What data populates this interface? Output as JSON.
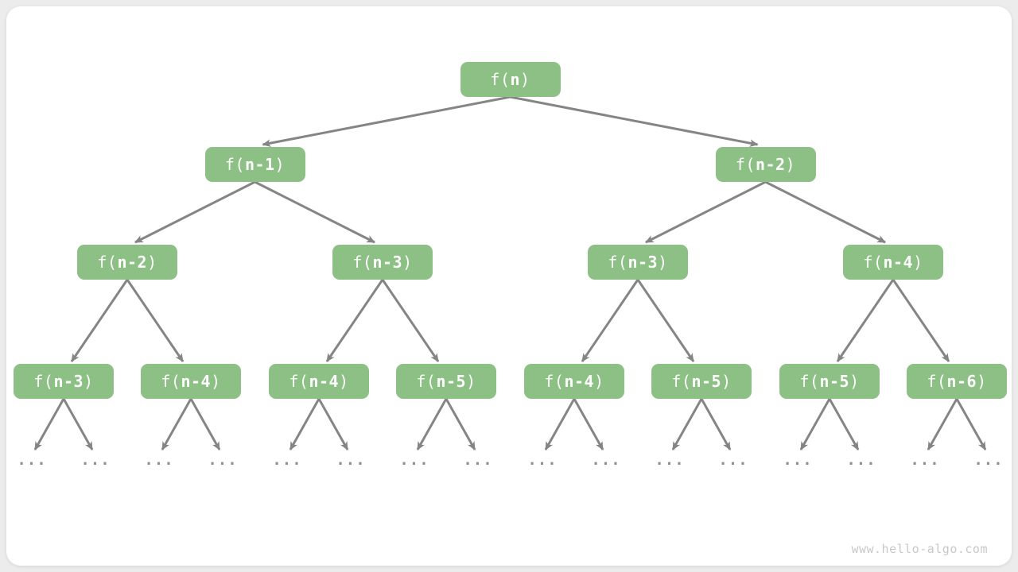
{
  "watermark": "www.hello-algo.com",
  "colors": {
    "page_background": "#ececec",
    "card_background": "#ffffff",
    "node_fill": "#8cc084",
    "node_text": "#ffffff",
    "arrow": "#858585",
    "ellipsis": "#8f8f8f",
    "watermark_text": "#c8c8c8"
  },
  "diagram": {
    "type": "recursion-tree",
    "description": "Recursion tree of f(n) = f(n-1) + f(n-2)",
    "label_prefix": "f(",
    "label_suffix": ")",
    "ellipsis_label": "...",
    "leaves_have_ellipsis_children": true,
    "nodes": [
      {
        "id": "n0",
        "label": "f(n)",
        "arg": "n",
        "parent": null
      },
      {
        "id": "n1",
        "label": "f(n-1)",
        "arg": "n-1",
        "parent": "n0"
      },
      {
        "id": "n2",
        "label": "f(n-2)",
        "arg": "n-2",
        "parent": "n0"
      },
      {
        "id": "n3",
        "label": "f(n-2)",
        "arg": "n-2",
        "parent": "n1"
      },
      {
        "id": "n4",
        "label": "f(n-3)",
        "arg": "n-3",
        "parent": "n1"
      },
      {
        "id": "n5",
        "label": "f(n-3)",
        "arg": "n-3",
        "parent": "n2"
      },
      {
        "id": "n6",
        "label": "f(n-4)",
        "arg": "n-4",
        "parent": "n2"
      },
      {
        "id": "n7",
        "label": "f(n-3)",
        "arg": "n-3",
        "parent": "n3"
      },
      {
        "id": "n8",
        "label": "f(n-4)",
        "arg": "n-4",
        "parent": "n3"
      },
      {
        "id": "n9",
        "label": "f(n-4)",
        "arg": "n-4",
        "parent": "n4"
      },
      {
        "id": "n10",
        "label": "f(n-5)",
        "arg": "n-5",
        "parent": "n4"
      },
      {
        "id": "n11",
        "label": "f(n-4)",
        "arg": "n-4",
        "parent": "n5"
      },
      {
        "id": "n12",
        "label": "f(n-5)",
        "arg": "n-5",
        "parent": "n5"
      },
      {
        "id": "n13",
        "label": "f(n-5)",
        "arg": "n-5",
        "parent": "n6"
      },
      {
        "id": "n14",
        "label": "f(n-6)",
        "arg": "n-6",
        "parent": "n6"
      }
    ]
  }
}
